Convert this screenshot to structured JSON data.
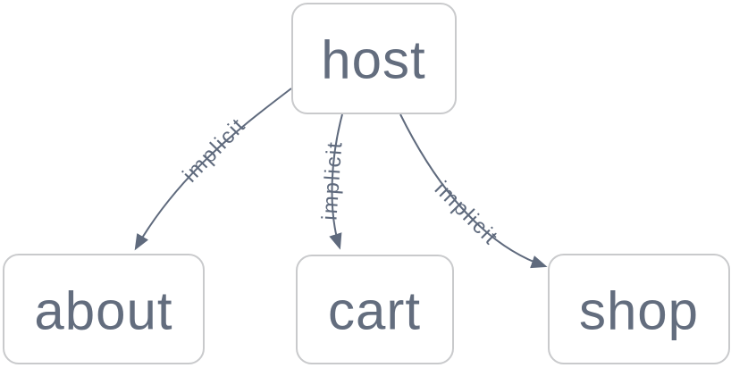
{
  "diagram": {
    "type": "graph",
    "nodes": [
      {
        "id": "host",
        "label": "host"
      },
      {
        "id": "about",
        "label": "about"
      },
      {
        "id": "cart",
        "label": "cart"
      },
      {
        "id": "shop",
        "label": "shop"
      }
    ],
    "edges": [
      {
        "from": "host",
        "to": "about",
        "label": "implicit"
      },
      {
        "from": "host",
        "to": "cart",
        "label": "implicit"
      },
      {
        "from": "host",
        "to": "shop",
        "label": "implicit"
      }
    ],
    "colors": {
      "background": "#ffffff",
      "node_fill": "#ffffff",
      "node_border": "#c9cacc",
      "node_text": "#636d7e",
      "edge": "#5f6a7d"
    }
  }
}
